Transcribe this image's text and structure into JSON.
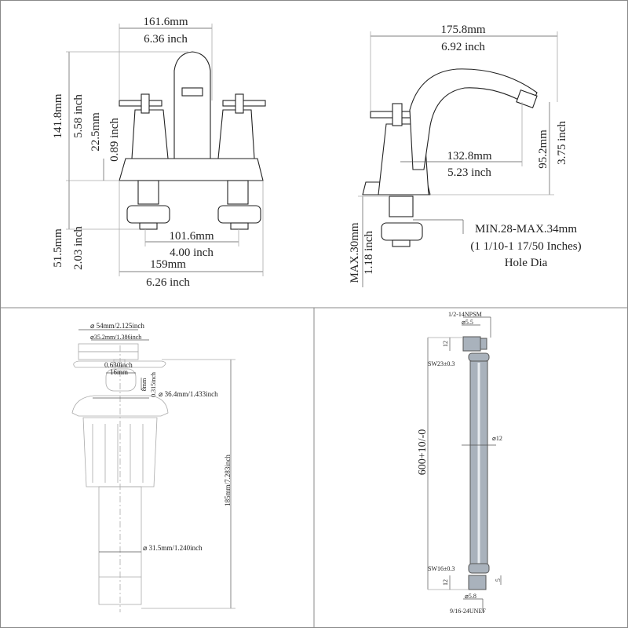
{
  "front_view": {
    "width_mm": "161.6mm",
    "width_in": "6.36 inch",
    "height_mm": "141.8mm",
    "height_in": "5.58 inch",
    "base_mm": "22.5mm",
    "base_in": "0.89 inch",
    "shank_mm": "51.5mm",
    "shank_in": "2.03 inch",
    "center_mm": "101.6mm",
    "center_in": "4.00 inch",
    "plate_mm": "159mm",
    "plate_in": "6.26 inch"
  },
  "side_view": {
    "width_mm": "175.8mm",
    "width_in": "6.92 inch",
    "reach_mm": "132.8mm",
    "reach_in": "5.23 inch",
    "spout_mm": "95.2mm",
    "spout_in": "3.75 inch",
    "max_mm": "MAX.30mm",
    "max_in": "1.18 inch",
    "hole_mm": "MIN.28-MAX.34mm",
    "hole_in": "(1 1/10-1 17/50 Inches)",
    "hole_label": "Hole Dia"
  },
  "drain": {
    "d1": "⌀ 54mm/2.125inch",
    "d2": "⌀35.2mm/1.386inch",
    "w_in": "0.630inch",
    "w_mm": "16mm",
    "h_mm": "8mm",
    "h_in": "0.315inch",
    "d3": "⌀ 36.4mm/1.433inch",
    "length": "185mm/7.283inch",
    "d4": "⌀ 31.5mm/1.240inch"
  },
  "hose": {
    "thread_top": "1/2-14NPSM",
    "d_top": "⌀5.5",
    "len_top": "12",
    "sw_top": "SW23±0.3",
    "length": "600+10/-0",
    "d_hose": "⌀12",
    "sw_bottom": "SW16±0.3",
    "len_bottom": "12",
    "len_tip": "5",
    "d_bottom": "⌀5.8",
    "thread_bottom": "9/16-24UNEF"
  }
}
